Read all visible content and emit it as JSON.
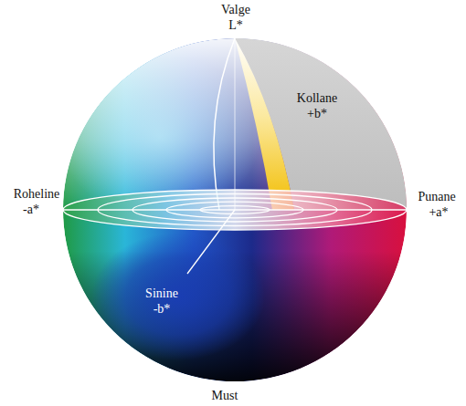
{
  "diagram": {
    "labels": [
      "Valge",
      "L*",
      "Kollane",
      "+b*",
      "Roheline",
      "-a*",
      "Punane",
      "+a*",
      "Sinine",
      "-b*",
      "Must"
    ]
  }
}
